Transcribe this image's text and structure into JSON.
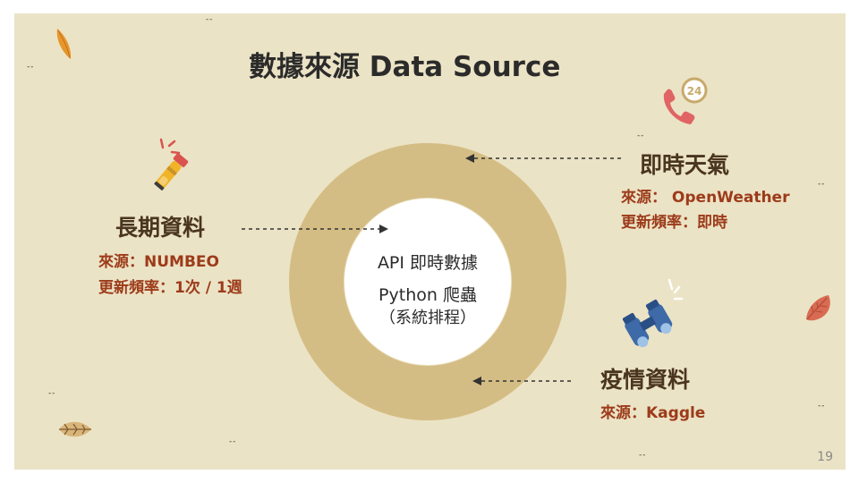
{
  "slide": {
    "title": "數據來源 Data Source",
    "page_number": "19"
  },
  "center": {
    "line1": "API 即時數據",
    "line2": "Python 爬蟲",
    "line3": "（系統排程）"
  },
  "sources": {
    "long_term": {
      "heading": "長期資料",
      "source": "來源：NUMBEO",
      "frequency": "更新頻率：1次 / 1週",
      "icon": "flashlight-icon"
    },
    "realtime_weather": {
      "heading": "即時天氣",
      "source": "來源： OpenWeather",
      "frequency": "更新頻率：即時",
      "icon": "phone-24h-icon"
    },
    "epidemic": {
      "heading": "疫情資料",
      "source": "來源：Kaggle",
      "icon": "binoculars-icon"
    }
  },
  "colors": {
    "slide_background": "#ebe3c5",
    "ring": "#d4bd84",
    "heading": "#4a3520",
    "info_text": "#9c3b1a"
  }
}
